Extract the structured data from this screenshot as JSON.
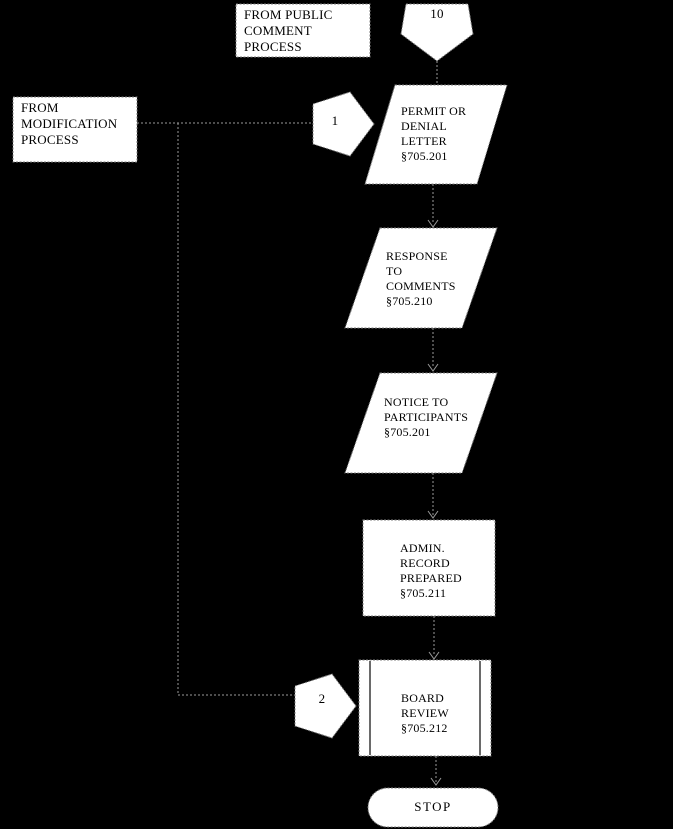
{
  "colors": {
    "background": "#000000",
    "shape_fill": "#ffffff",
    "shape_stroke": "#7d7d7d",
    "connector_line": "#9a9a9a",
    "text": "#000000"
  },
  "nodes": {
    "from_public_comment": {
      "type": "process-reference-box",
      "label": "FROM PUBLIC\nCOMMENT\nPROCESS"
    },
    "offpage_10": {
      "type": "off-page-connector",
      "label": "10"
    },
    "from_modification": {
      "type": "process-reference-box",
      "label": "FROM\nMODIFICATION\nPROCESS"
    },
    "offpage_1": {
      "type": "off-page-connector",
      "label": "1"
    },
    "permit_denial_letter": {
      "type": "input-output-parallelogram",
      "label": "PERMIT OR\nDENIAL\nLETTER\n§705.201"
    },
    "response_to_comments": {
      "type": "input-output-parallelogram",
      "label": "RESPONSE\nTO\nCOMMENTS\n§705.210"
    },
    "notice_to_participants": {
      "type": "input-output-parallelogram",
      "label": "NOTICE TO\nPARTICIPANTS\n§705.201"
    },
    "admin_record_prepared": {
      "type": "process-rectangle",
      "label": "ADMIN.\nRECORD\nPREPARED\n§705.211"
    },
    "offpage_2": {
      "type": "off-page-connector",
      "label": "2"
    },
    "board_review": {
      "type": "predefined-process",
      "label": "BOARD\nREVIEW\n§705.212"
    },
    "stop": {
      "type": "terminator",
      "label": "STOP"
    }
  }
}
